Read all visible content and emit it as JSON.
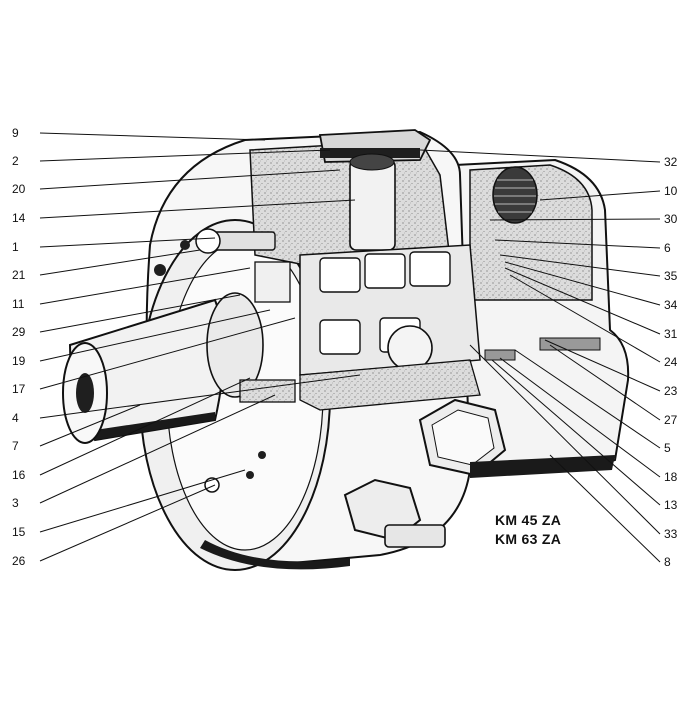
{
  "diagram": {
    "labels_left": [
      "9",
      "2",
      "20",
      "14",
      "1",
      "21",
      "11",
      "29",
      "19",
      "17",
      "4",
      "7",
      "16",
      "3",
      "15",
      "26"
    ],
    "labels_right": [
      "32",
      "10",
      "30",
      "6",
      "35",
      "34",
      "31",
      "24",
      "23",
      "27",
      "5",
      "18",
      "13",
      "33",
      "8"
    ],
    "model_lines": [
      "KM 45 ZA",
      "KM 63 ZA"
    ]
  },
  "colors": {
    "ink": "#111111",
    "shade": "#cfcfcf",
    "dark": "#1a1a1a",
    "paper": "#ffffff"
  }
}
